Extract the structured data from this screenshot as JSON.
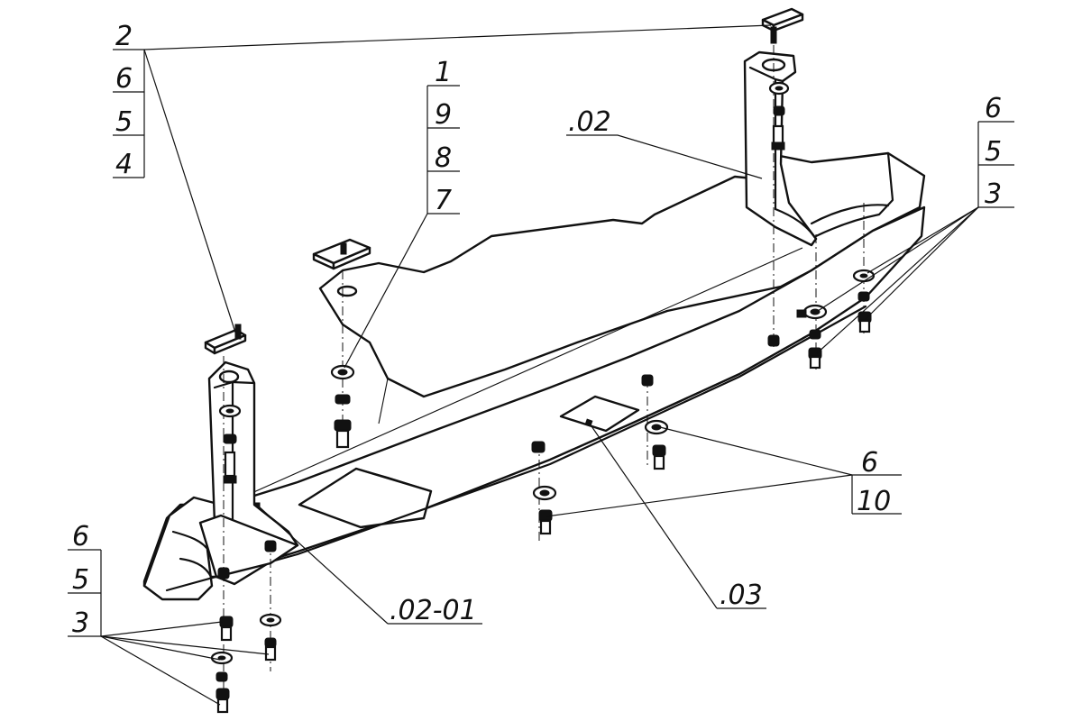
{
  "callouts": {
    "group_top_left": [
      "2",
      "6",
      "5",
      "4"
    ],
    "group_center": [
      "1",
      "9",
      "8",
      "7"
    ],
    "group_right": [
      "6",
      "5",
      "3"
    ],
    "group_bottom_left": [
      "6",
      "5",
      "3"
    ],
    "group_bottom_center": [
      "6",
      "10"
    ],
    "part_02": ".02",
    "part_02_01": ".02-01",
    "part_03": ".03"
  }
}
